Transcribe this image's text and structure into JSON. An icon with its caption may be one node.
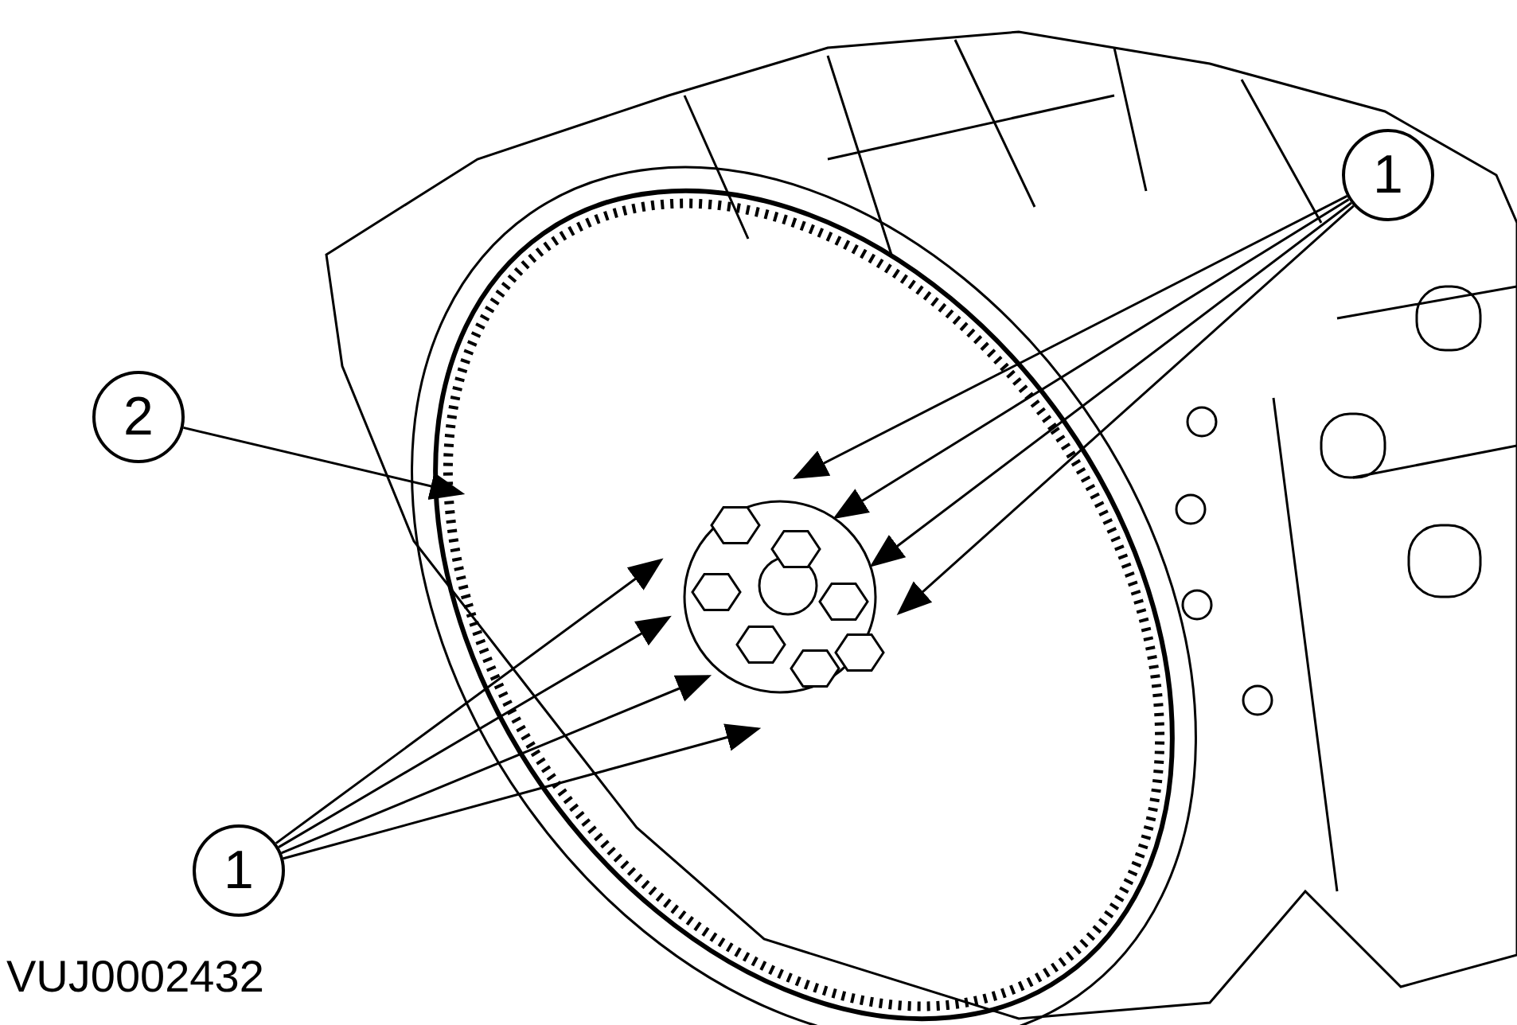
{
  "diagram": {
    "nodes": [
      {
        "text": [
          "1"
        ]
      },
      {
        "text": [
          "2"
        ]
      },
      {
        "text": [
          "1"
        ]
      }
    ],
    "edges": [
      {
        "from": 0,
        "to": null,
        "arrow": "to"
      },
      {
        "from": 0,
        "to": null,
        "arrow": "to"
      },
      {
        "from": 0,
        "to": null,
        "arrow": "to"
      },
      {
        "from": 0,
        "to": null,
        "arrow": "to"
      },
      {
        "from": 1,
        "to": null,
        "arrow": "to"
      },
      {
        "from": 2,
        "to": null,
        "arrow": "to"
      },
      {
        "from": 2,
        "to": null,
        "arrow": "to"
      },
      {
        "from": 2,
        "to": null,
        "arrow": "to"
      },
      {
        "from": 2,
        "to": null,
        "arrow": "to"
      }
    ],
    "labels": [
      "VUJ0002432"
    ]
  }
}
